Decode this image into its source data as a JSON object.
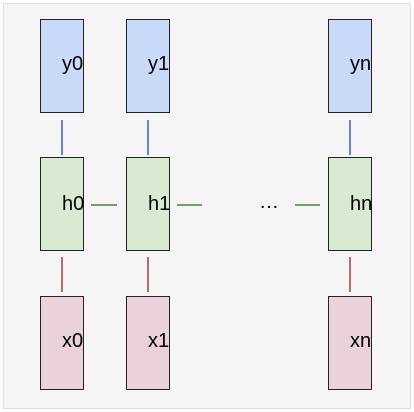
{
  "diagram": {
    "output_nodes": [
      "y0",
      "y1",
      "yn"
    ],
    "hidden_nodes": [
      "h0",
      "h1",
      "hn"
    ],
    "input_nodes": [
      "x0",
      "x1",
      "xn"
    ],
    "ellipsis": "…",
    "colors": {
      "output_fill": "#c9daf8",
      "hidden_fill": "#d9ead3",
      "input_fill": "#ead1dc",
      "output_link": "#3c5fb8",
      "hidden_link": "#4e7d3a",
      "input_link": "#b03a3a"
    }
  }
}
